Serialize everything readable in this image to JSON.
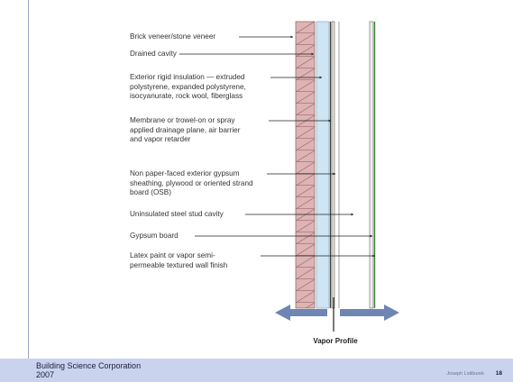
{
  "labels": [
    {
      "id": "brick",
      "text": "Brick veneer/stone veneer"
    },
    {
      "id": "cavity",
      "text": "Drained cavity"
    },
    {
      "id": "insulation",
      "text": "Exterior rigid insulation — extruded\npolystyrene, expanded polystyrene,\nisocyanurate, rock wool, fiberglass"
    },
    {
      "id": "membrane",
      "text": "Membrane or trowel-on or spray\napplied drainage plane, air barrier\nand vapor retarder"
    },
    {
      "id": "sheathing",
      "text": "Non paper-faced exterior gypsum\nsheathing, plywood or oriented strand\nboard (OSB)"
    },
    {
      "id": "stud",
      "text": "Uninsulated steel stud cavity"
    },
    {
      "id": "gypsum",
      "text": "Gypsum board"
    },
    {
      "id": "paint",
      "text": "Latex paint or vapor semi-\npermeable textured wall finish"
    }
  ],
  "vapor_profile_label": "Vapor Profile",
  "footer": {
    "organization": "Building Science Corporation\n2007",
    "author": "Joseph Lstiburek",
    "page": "18"
  },
  "colors": {
    "brick": "#ddb3b3",
    "brick_lines": "#9b6b6b",
    "insulation": "#cfe5f3",
    "arrow": "#6d86b3",
    "footer": "#c9d3ee",
    "finish": "#3b8a3b"
  }
}
